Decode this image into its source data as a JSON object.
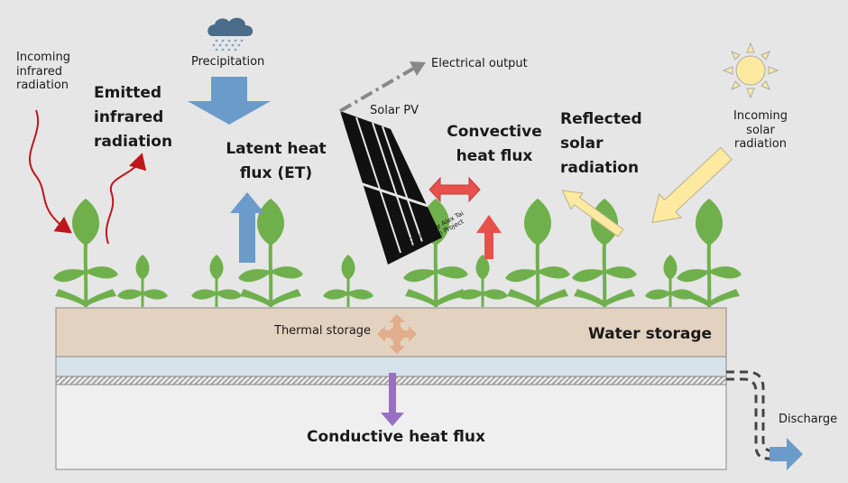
{
  "labels": {
    "incoming_infrared": [
      "Incoming",
      "infrared",
      "radiation"
    ],
    "emitted_infrared": [
      "Emitted",
      "infrared",
      "radiation"
    ],
    "precipitation": "Precipitation",
    "latent_heat": [
      "Latent heat",
      "flux (ET)"
    ],
    "electrical_output": "Electrical output",
    "solar_pv": "Solar PV",
    "convective": [
      "Convective",
      "heat flux"
    ],
    "reflected_solar": [
      "Reflected",
      "solar",
      "radiation"
    ],
    "incoming_solar": [
      "Incoming",
      "solar",
      "radiation"
    ],
    "thermal_storage": "Thermal storage",
    "water_storage": "Water storage",
    "conductive": "Conductive heat flux",
    "discharge": "Discharge",
    "credit": [
      "Created by Alex Tai",
      "from Noun Project"
    ]
  },
  "colors": {
    "background": "#e6e6e6",
    "soil": "#e3d2bf",
    "drainage": "#d6e3ea",
    "substrate": "#efefef",
    "plant": "#6fb04d",
    "latent_arrow": "#6a9bc9",
    "precip_arrow": "#6a9bc9",
    "infrared": "#c0161b",
    "convective": "#e8504c",
    "solar_arrow": "#fde9a0",
    "thermal": "#e2ad8c",
    "conductive": "#9b6ec5",
    "discharge": "#6a9bc9"
  }
}
